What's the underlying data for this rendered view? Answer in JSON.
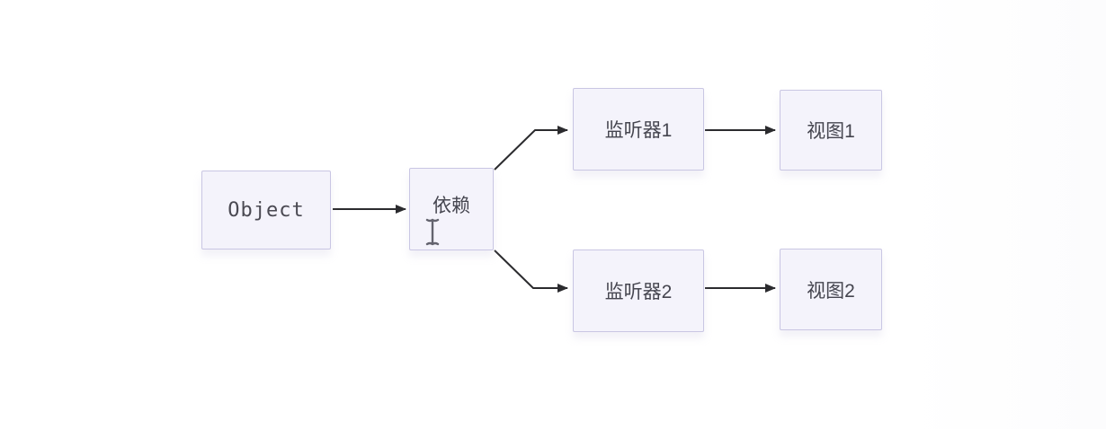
{
  "diagram": {
    "title": "object-dependency-listener-view-flow",
    "nodes": {
      "object": {
        "label": "Object"
      },
      "dependency": {
        "label": "依赖"
      },
      "listener1": {
        "label": "监听器1"
      },
      "listener2": {
        "label": "监听器2"
      },
      "view1": {
        "label": "视图1"
      },
      "view2": {
        "label": "视图2"
      }
    },
    "edges": [
      {
        "from": "Object",
        "to": "依赖"
      },
      {
        "from": "依赖",
        "to": "监听器1"
      },
      {
        "from": "依赖",
        "to": "监听器2"
      },
      {
        "from": "监听器1",
        "to": "视图1"
      },
      {
        "from": "监听器2",
        "to": "视图2"
      }
    ],
    "cursor": {
      "type": "text-ibeam",
      "near_node": "依赖"
    },
    "colors": {
      "background": "#ffffff",
      "node_fill": "#f4f3fb",
      "node_border": "#c9c6e3",
      "node_text": "#45454f",
      "arrow": "#2b2b2e",
      "cursor": "#63636e"
    }
  }
}
